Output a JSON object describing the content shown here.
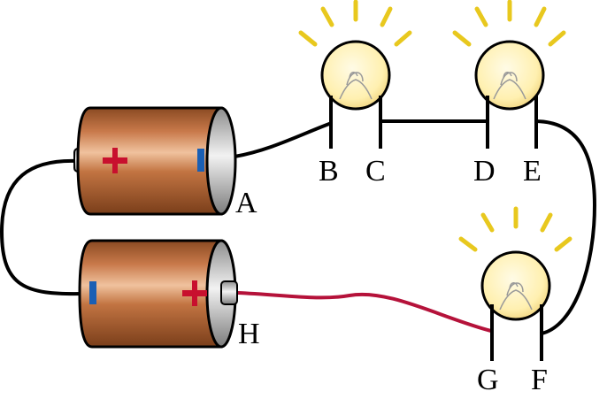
{
  "labels": {
    "a": "A",
    "b": "B",
    "c": "C",
    "d": "D",
    "e": "E",
    "f": "F",
    "g": "G",
    "h": "H"
  },
  "colors": {
    "wire": "#000000",
    "positive_wire": "#b5123a",
    "battery_body": "#b8693a",
    "bulb_glass": "#fff2b8",
    "light_rays": "#e8c81e",
    "plus_sign": "#c8102e",
    "minus_sign": "#1a5fb4"
  },
  "components": {
    "batteries": [
      "battery-top",
      "battery-bottom"
    ],
    "bulbs": [
      "bulb-1",
      "bulb-2",
      "bulb-3"
    ],
    "state": "bulbs lit"
  }
}
